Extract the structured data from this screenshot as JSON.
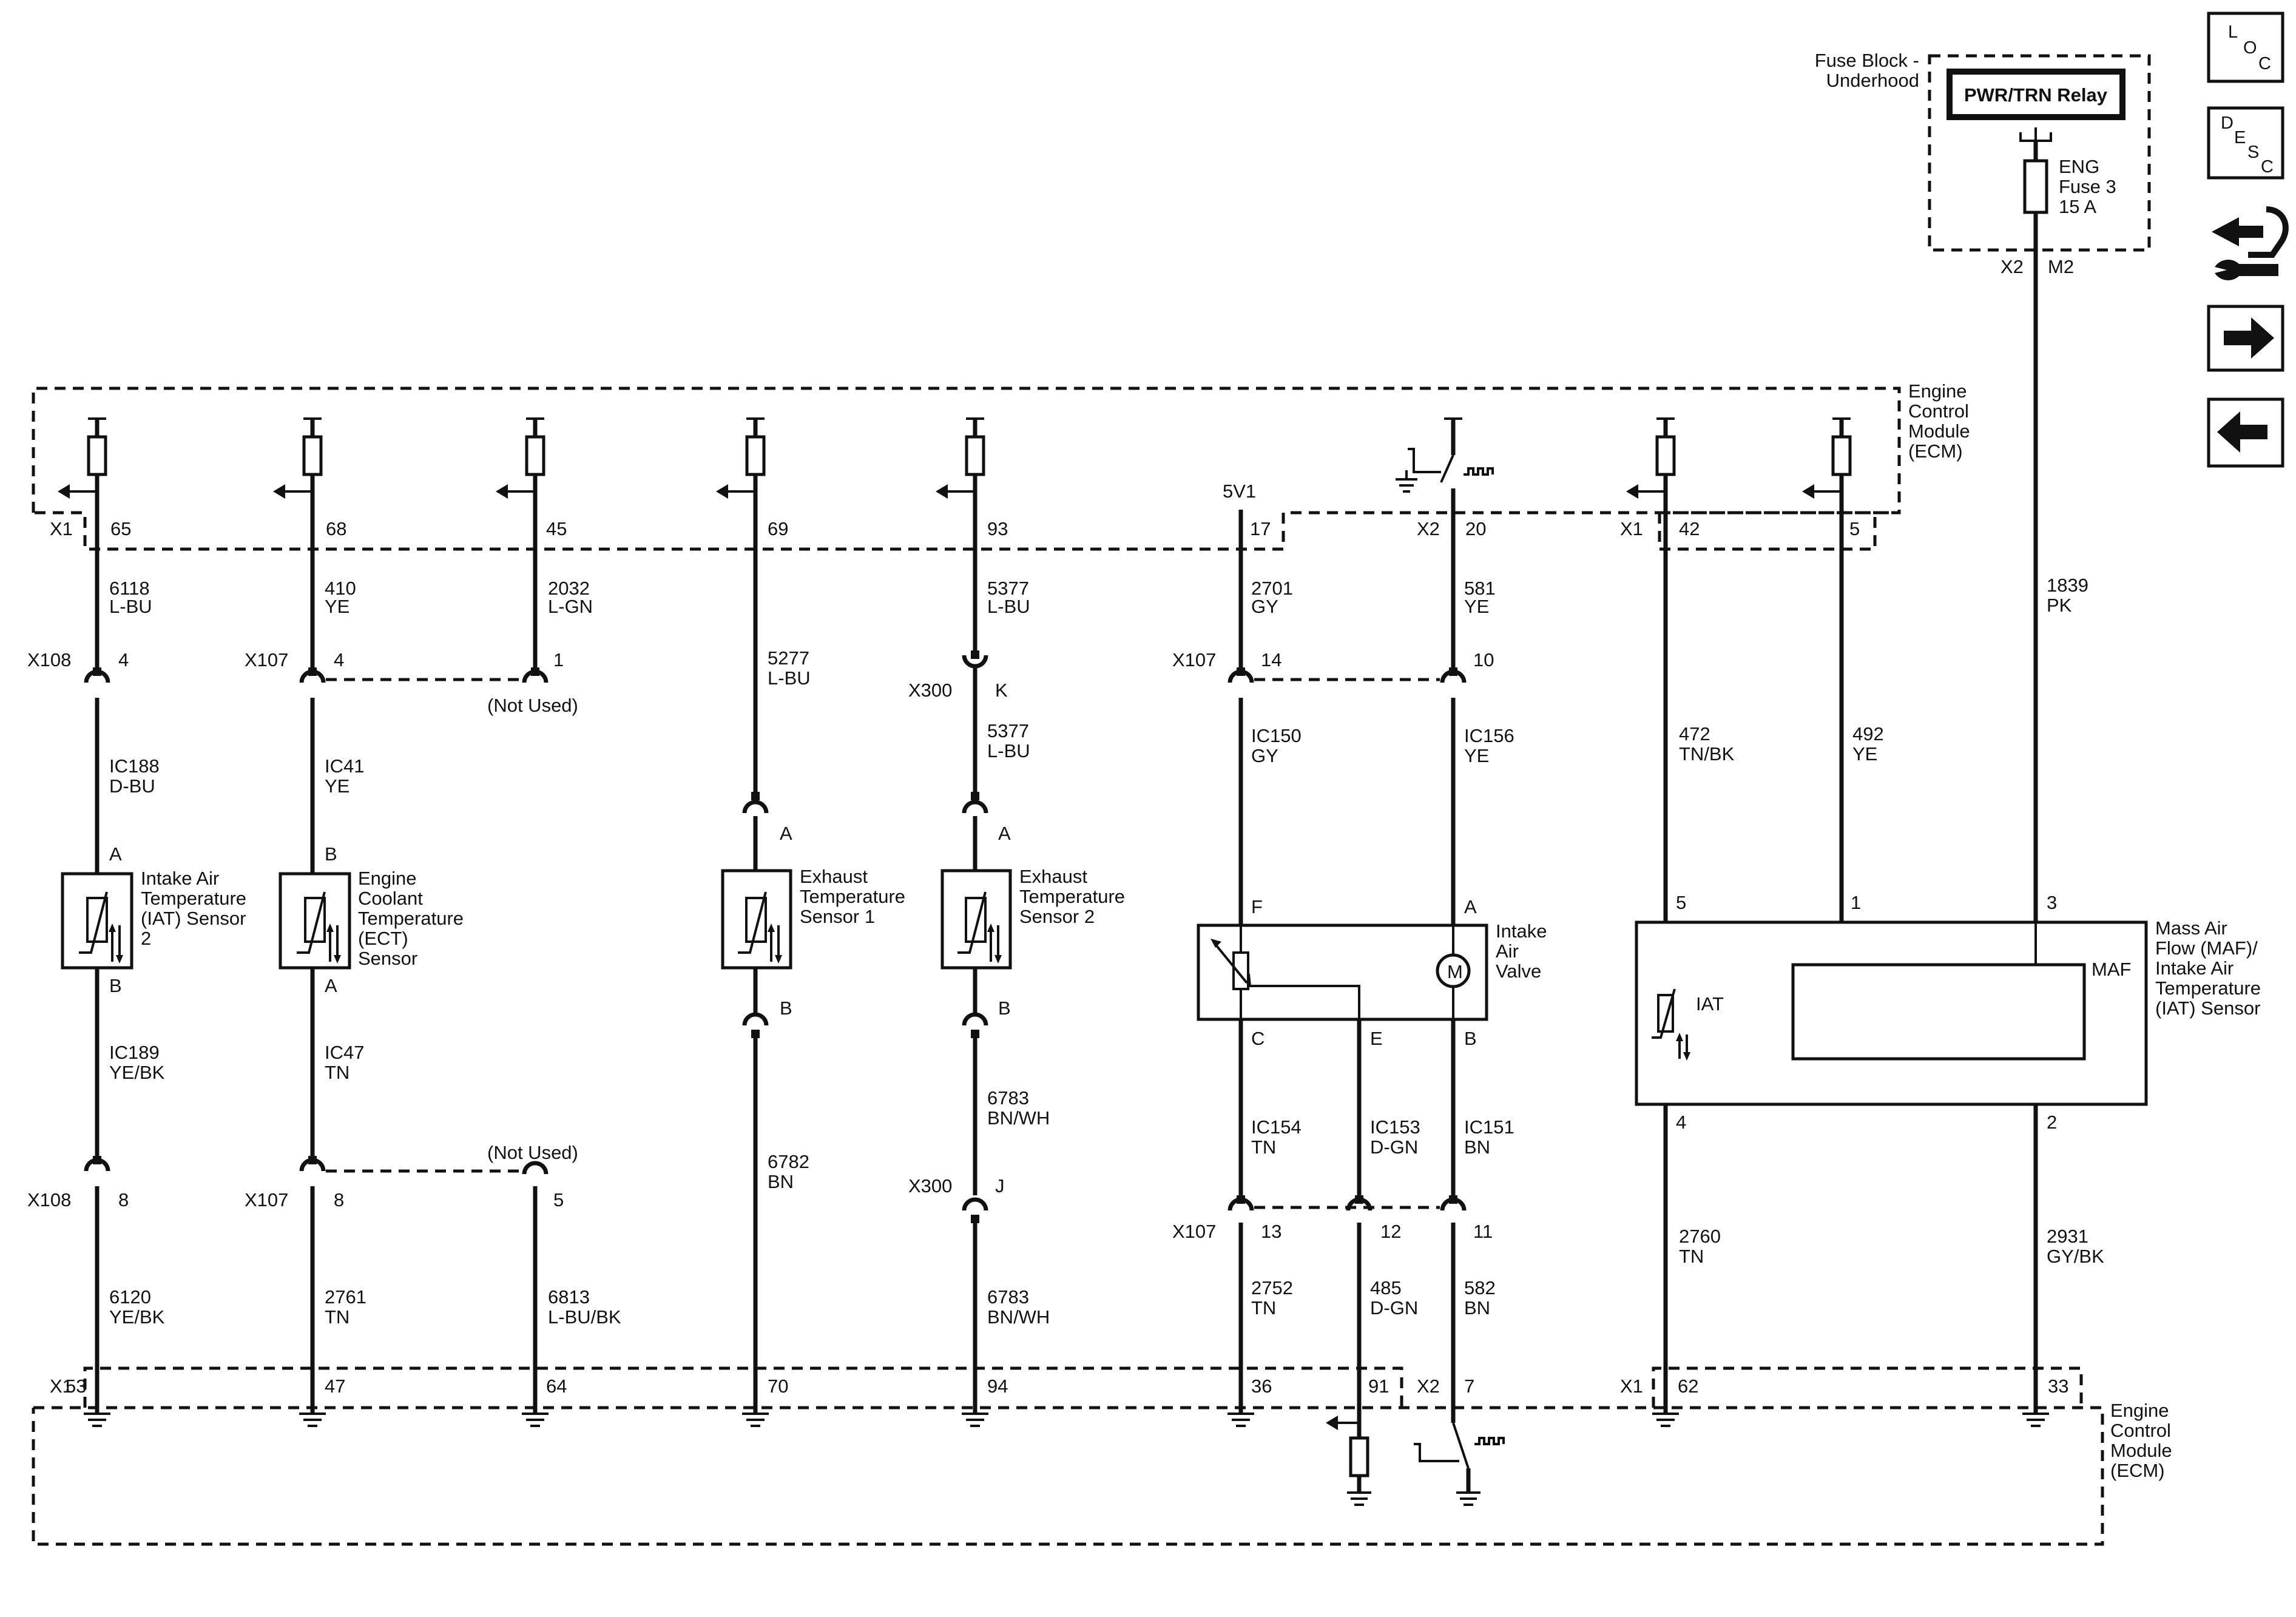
{
  "fuse_block": {
    "title_line1": "Fuse Block -",
    "title_line2": "Underhood",
    "relay": "PWR/TRN Relay",
    "fuse_name": "ENG",
    "fuse_line2": "Fuse 3",
    "fuse_rating": "15 A",
    "conn": "X2",
    "pin": "M2"
  },
  "nav_icons": [
    {
      "name": "loc-icon",
      "letters": [
        "L",
        "O",
        "C"
      ]
    },
    {
      "name": "desc-icon",
      "letters": [
        "D",
        "E",
        "S",
        "C"
      ]
    },
    {
      "name": "connector-tool-icon"
    },
    {
      "name": "next-arrow-icon"
    },
    {
      "name": "previous-arrow-icon"
    }
  ],
  "ecm_top": {
    "lines": [
      "Engine",
      "Control",
      "Module",
      "(ECM)"
    ]
  },
  "ecm_bottom": {
    "lines": [
      "Engine",
      "Control",
      "Module",
      "(ECM)"
    ]
  },
  "top_connectors": [
    "X1",
    "X2",
    "X1"
  ],
  "top_pins": [
    "65",
    "68",
    "45",
    "69",
    "93",
    "17",
    "20",
    "42",
    "5"
  ],
  "ref_5v": "5V1",
  "wires": {
    "w6118": [
      "6118",
      "L-BU"
    ],
    "w410": [
      "410",
      "YE"
    ],
    "w2032": [
      "2032",
      "L-GN"
    ],
    "w5277": [
      "5277",
      "L-BU"
    ],
    "w5377a": [
      "5377",
      "L-BU"
    ],
    "w5377b": [
      "5377",
      "L-BU"
    ],
    "w2701": [
      "2701",
      "GY"
    ],
    "w581": [
      "581",
      "YE"
    ],
    "w1839": [
      "1839",
      "PK"
    ],
    "wIC188": [
      "IC188",
      "D-BU"
    ],
    "wIC41": [
      "IC41",
      "YE"
    ],
    "wIC150": [
      "IC150",
      "GY"
    ],
    "wIC156": [
      "IC156",
      "YE"
    ],
    "w472": [
      "472",
      "TN/BK"
    ],
    "w492": [
      "492",
      "YE"
    ],
    "wIC189": [
      "IC189",
      "YE/BK"
    ],
    "wIC47": [
      "IC47",
      "TN"
    ],
    "w6782": [
      "6782",
      "BN"
    ],
    "w6783a": [
      "6783",
      "BN/WH"
    ],
    "wIC154": [
      "IC154",
      "TN"
    ],
    "wIC153": [
      "IC153",
      "D-GN"
    ],
    "wIC151": [
      "IC151",
      "BN"
    ],
    "w6120": [
      "6120",
      "YE/BK"
    ],
    "w2761": [
      "2761",
      "TN"
    ],
    "w6813": [
      "6813",
      "L-BU/BK"
    ],
    "w6783b": [
      "6783",
      "BN/WH"
    ],
    "w2752": [
      "2752",
      "TN"
    ],
    "w485": [
      "485",
      "D-GN"
    ],
    "w582": [
      "582",
      "BN"
    ],
    "w2760": [
      "2760",
      "TN"
    ],
    "w2931": [
      "2931",
      "GY/BK"
    ]
  },
  "inline_connectors": {
    "x108a": {
      "name": "X108",
      "pin": "4"
    },
    "x107a": {
      "name": "X107",
      "pin": "4"
    },
    "x107a_pin1": "1",
    "not_used_1": "(Not Used)",
    "x300a": {
      "name": "X300",
      "pin": "K"
    },
    "x107b": {
      "name": "X107",
      "pin": "14"
    },
    "x107b_pin10": "10",
    "x108b": {
      "name": "X108",
      "pin": "8"
    },
    "x107c": {
      "name": "X107",
      "pin": "8"
    },
    "x107c_pin5": "5",
    "not_used_2": "(Not Used)",
    "x300b": {
      "name": "X300",
      "pin": "J"
    },
    "x107d": {
      "name": "X107",
      "pin": "13"
    },
    "x107d_pin12": "12",
    "x107d_pin11": "11"
  },
  "sensors": {
    "iat2": {
      "lines": [
        "Intake Air",
        "Temperature",
        "(IAT) Sensor",
        "2"
      ],
      "pin_top": "A",
      "pin_bot": "B"
    },
    "ect": {
      "lines": [
        "Engine",
        "Coolant",
        "Temperature",
        "(ECT)",
        "Sensor"
      ],
      "pin_top": "B",
      "pin_bot": "A"
    },
    "exh1": {
      "lines": [
        "Exhaust",
        "Temperature",
        "Sensor 1"
      ],
      "pin_top": "A",
      "pin_bot": "B"
    },
    "exh2": {
      "lines": [
        "Exhaust",
        "Temperature",
        "Sensor 2"
      ],
      "pin_top": "A",
      "pin_bot": "B"
    },
    "iav": {
      "lines": [
        "Intake",
        "Air",
        "Valve"
      ],
      "pins": [
        "F",
        "A",
        "C",
        "E",
        "B"
      ],
      "motor": "M"
    },
    "maf": {
      "lines": [
        "Mass Air",
        "Flow (MAF)/",
        "Intake Air",
        "Temperature",
        "(IAT) Sensor"
      ],
      "pins": [
        "5",
        "1",
        "3",
        "4",
        "2"
      ],
      "iat": "IAT",
      "maf": "MAF"
    }
  },
  "bottom_connectors": [
    "X1",
    "X2",
    "X1"
  ],
  "bottom_pins": [
    "53",
    "47",
    "64",
    "70",
    "94",
    "36",
    "91",
    "7",
    "62",
    "33"
  ]
}
